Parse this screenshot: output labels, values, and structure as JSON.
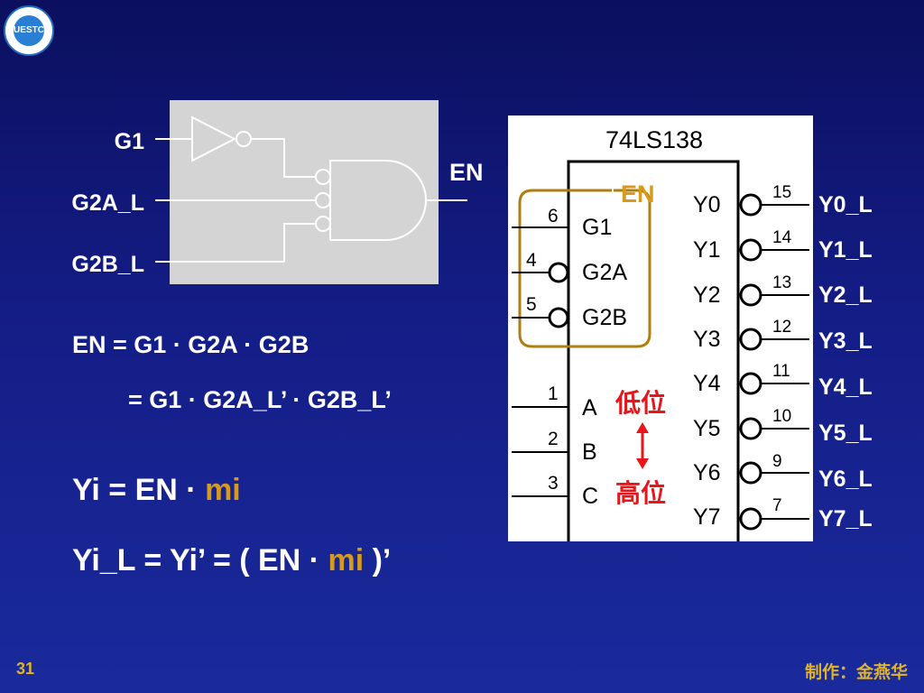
{
  "logo": {
    "text": "UESTC"
  },
  "gate_circuit": {
    "inputs": [
      "G1",
      "G2A_L",
      "G2B_L"
    ],
    "output": "EN"
  },
  "chip": {
    "name": "74LS138",
    "en_label": "EN",
    "pins_left": [
      {
        "num": "6",
        "name": "G1"
      },
      {
        "num": "4",
        "name": "G2A"
      },
      {
        "num": "5",
        "name": "G2B"
      },
      {
        "num": "1",
        "name": "A"
      },
      {
        "num": "2",
        "name": "B"
      },
      {
        "num": "3",
        "name": "C"
      }
    ],
    "outputs": [
      {
        "name": "Y0",
        "num": "15",
        "ext": "Y0_L"
      },
      {
        "name": "Y1",
        "num": "14",
        "ext": "Y1_L"
      },
      {
        "name": "Y2",
        "num": "13",
        "ext": "Y2_L"
      },
      {
        "name": "Y3",
        "num": "12",
        "ext": "Y3_L"
      },
      {
        "name": "Y4",
        "num": "11",
        "ext": "Y4_L"
      },
      {
        "name": "Y5",
        "num": "10",
        "ext": "Y5_L"
      },
      {
        "name": "Y6",
        "num": "9",
        "ext": "Y6_L"
      },
      {
        "name": "Y7",
        "num": "7",
        "ext": "Y7_L"
      }
    ],
    "low_bit": "低位",
    "high_bit": "高位"
  },
  "equations": {
    "eq1": "EN = G1 · G2A · G2B",
    "eq2": "= G1 · G2A_L’ · G2B_L’",
    "eq3_prefix": "Yi = EN · ",
    "eq3_hl": "mi",
    "eq4_prefix": "Yi_L = Yi’ = ( EN · ",
    "eq4_hl": "mi",
    "eq4_suffix": " )’"
  },
  "footer": {
    "page": "31",
    "author": "制作：金燕华"
  },
  "colors": {
    "accent_gold": "#d69a1c",
    "red": "#e8161b",
    "footer": "#e0b42a"
  }
}
